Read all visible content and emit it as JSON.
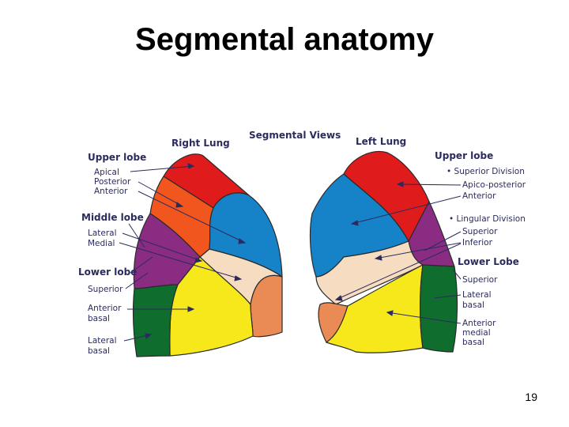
{
  "slide": {
    "title": "Segmental anatomy",
    "page_number": "19"
  },
  "figure": {
    "header": {
      "right_lung": "Right Lung",
      "views": "Segmental Views",
      "left_lung": "Left Lung"
    },
    "right_labels": {
      "upper_lobe": "Upper lobe",
      "apical": "Apical",
      "posterior": "Posterior",
      "anterior": "Anterior",
      "middle_lobe": "Middle lobe",
      "lateral": "Lateral",
      "medial": "Medial",
      "lower_lobe": "Lower lobe",
      "superior": "Superior",
      "anterior_basal_1": "Anterior",
      "anterior_basal_2": "basal",
      "lateral_basal_1": "Lateral",
      "lateral_basal_2": "basal"
    },
    "left_labels": {
      "upper_lobe": "Upper lobe",
      "superior_division": "• Superior Division",
      "apico_posterior": "Apico-posterior",
      "anterior": "Anterior",
      "lingular_division": "• Lingular Division",
      "superior_ling": "Superior",
      "inferior_ling": "Inferior",
      "lower_lobe": "Lower Lobe",
      "superior": "Superior",
      "lateral_basal_1": "Lateral",
      "lateral_basal_2": "basal",
      "anterior_medial_basal_1": "Anterior",
      "anterior_medial_basal_2": "medial",
      "anterior_medial_basal_3": "basal"
    },
    "colors": {
      "red": "#e01b1b",
      "orange": "#f0561e",
      "blue": "#1683c8",
      "purple": "#8a2d82",
      "cream": "#f6dcc0",
      "salmon": "#ea8a55",
      "yellow": "#f6e81a",
      "green": "#0f6e2e",
      "label": "#2b2b5e",
      "outline": "#2a2a2a"
    }
  }
}
